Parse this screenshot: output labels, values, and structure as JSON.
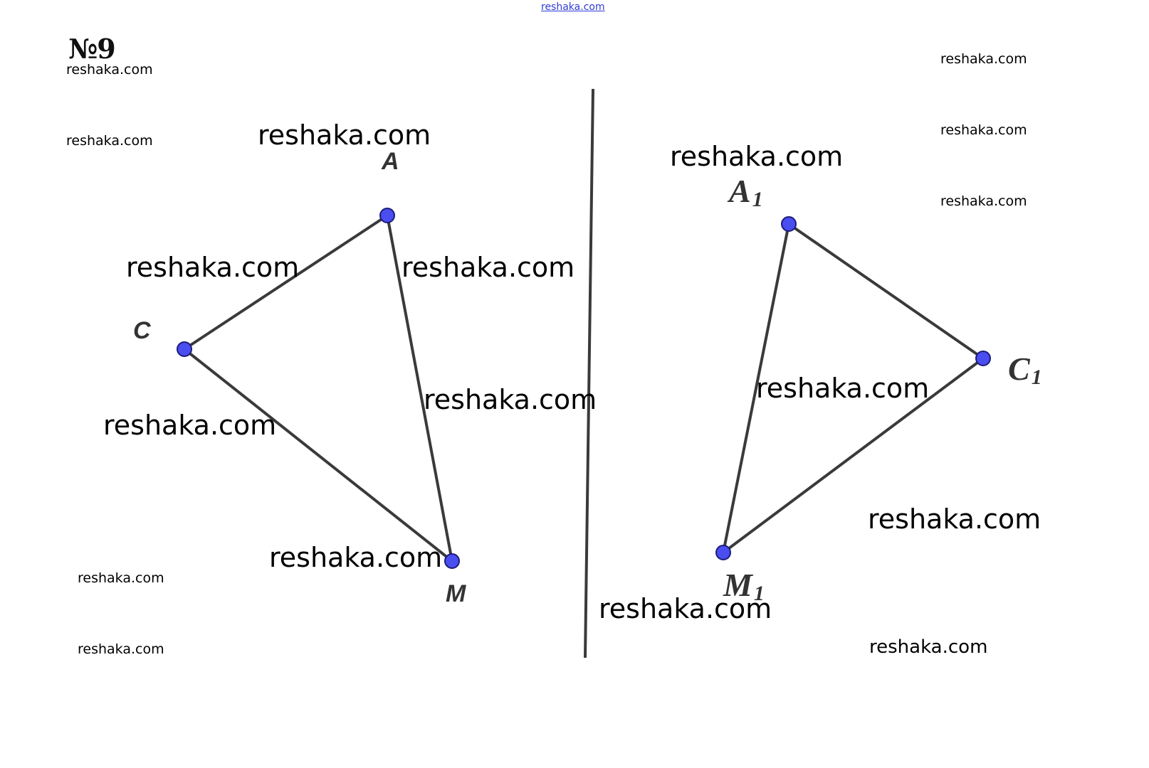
{
  "header": {
    "site_link": "reshaka.com"
  },
  "problem": {
    "number": "№9"
  },
  "left_triangle": {
    "labels": {
      "A": "A",
      "C": "C",
      "M": "M"
    }
  },
  "right_triangle": {
    "labels": {
      "A1_base": "A",
      "A1_sub": "1",
      "C1_base": "C",
      "C1_sub": "1",
      "M1_base": "M",
      "M1_sub": "1"
    }
  },
  "watermarks": {
    "small": [
      "reshaka.com",
      "reshaka.com",
      "reshaka.com",
      "reshaka.com",
      "reshaka.com",
      "reshaka.com",
      "reshaka.com",
      "reshaka.com"
    ],
    "big": [
      "reshaka.com",
      "reshaka.com",
      "reshaka.com",
      "reshaka.com",
      "reshaka.com",
      "reshaka.com",
      "reshaka.com",
      "reshaka.com",
      "reshaka.com",
      "reshaka.com"
    ]
  },
  "colors": {
    "point_fill": "#4a4df0",
    "point_stroke": "#1c1c7a",
    "line": "#3a3a3a"
  }
}
